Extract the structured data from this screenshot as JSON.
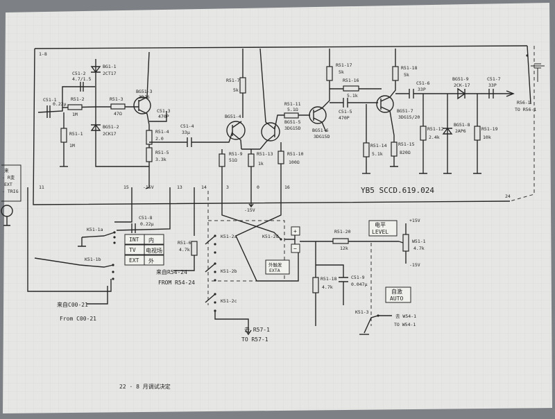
{
  "sheet": {
    "paper_color": "#e6e6e4",
    "border_color": "#7d8084"
  },
  "diagram": {
    "board_id": "YB5  SCCD.619.024",
    "corner_code": "1-8",
    "footer_note": "22 · 8 月调试决定",
    "labels": {
      "c1": "C51-1",
      "c1v": "0.22μ",
      "c2": "C51-2",
      "c2v": "4.7/1.5",
      "r2": "R51-2",
      "r2v": "1M",
      "r1": "R51-1",
      "r1v": "1M",
      "r3": "R51-3",
      "r3v": "47Ω",
      "bg1": "BG1-1",
      "bg1v": "2CT17",
      "bg2": "BG51-2",
      "bg2v": "2CK17",
      "t1": "BG51-3",
      "t1v": "3DJ6",
      "r4": "R51-4",
      "r4v": "2.0",
      "c3": "C51-3",
      "c3v": "470P",
      "c4": "C51-4",
      "c4v": "33μ",
      "r5": "R51-5",
      "r5v": "3.3k",
      "r7": "R51-7",
      "r7v": "5k",
      "q2": "BG51-4",
      "q3": "BG51-5",
      "q3v": "3DG15D",
      "r9": "R51-9",
      "r9v": "51Ω",
      "r13": "R51-13",
      "r13v": "1k",
      "r10": "R51-10",
      "r10v": "100Ω",
      "r11": "R51-11",
      "r11v": "5.1Ω",
      "r17": "R51-17",
      "r17v": "5k",
      "r16": "R51-16",
      "r16v": "5.1k",
      "c5": "C51-5",
      "c5v": "470P",
      "q4": "BG51-6",
      "q4v": "3DG15D",
      "r14": "R51-14",
      "r14v": "5.1k",
      "r15": "R51-15",
      "r15v": "820Ω",
      "r18": "R51-18",
      "r18v": "5k",
      "c6": "C51-6",
      "c6v": "33P",
      "q5": "BG51-7",
      "q5v": "3DG15/20",
      "r12": "R51-12",
      "r12v": "2.4k",
      "d8": "BG51-8",
      "d8v": "2AP6",
      "r19": "R51-19",
      "r19v": "10k",
      "d9": "BG51-9",
      "d9v": "2CK-17",
      "c7": "C51-7",
      "c7v": "33P",
      "out_right": "R56-1",
      "out_to": "TO R56-1",
      "neg15": "-15V",
      "node_11": "11",
      "node_15": "15",
      "node_13": "13",
      "node_14": "14",
      "node_3": "3",
      "node_0": "0",
      "node_16": "16",
      "node_24": "24",
      "c8": "C51-8",
      "c8v": "0.22μ",
      "k1a": "K51-1a",
      "k1b": "K51-1b",
      "int_en": "INT",
      "int_cn": "内",
      "tv_en": "TV",
      "tv_cn": "电视场",
      "ext_en": "EXT",
      "ext_cn": "外",
      "r6": "R51-6",
      "r6v": "4.7k",
      "k2a": "K51-2a",
      "k2b": "K51-2b",
      "k2c": "K51-2c",
      "k2d": "K51-2d",
      "from_r54_cn": "来自R54-24",
      "from_r54": "FROM R54-24",
      "from_c00_cn": "来自C00-21",
      "from_c00": "From C00-21",
      "to_r57_cn": "去 R57-1",
      "to_r57": "TO R57-1",
      "plus": "+",
      "minus": "−",
      "ext_trig_cn": "外触发",
      "ext_trig": "EXTA",
      "r20": "R51-20",
      "r20v": "12k",
      "level_cn": "电平",
      "level": "LEVEL",
      "w1": "W51-1",
      "w1v": "4.7k",
      "pos15": "+15V",
      "r21": "R51-18",
      "r21v": "4.7k",
      "c9": "C51-9",
      "c9v": "0.047μ",
      "auto_cn": "自激",
      "auto": "AUTO",
      "k3": "K51-3",
      "to_w54_cn": "去 W54-1",
      "to_w54": "TO W54-1",
      "left_tag1": "来",
      "left_tag2": "- R变",
      "left_tag3": "EXT",
      "left_tag4": "- TRIG"
    }
  }
}
